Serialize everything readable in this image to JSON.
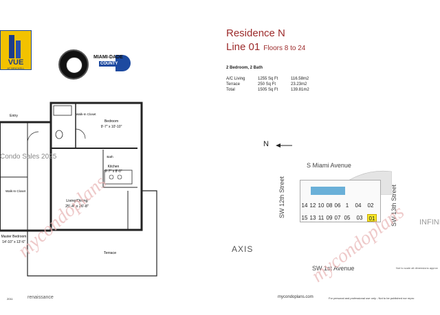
{
  "header": {
    "residence": "Residence N",
    "line": "Line 01",
    "floors": "Floors 8 to 24",
    "beds_baths": "2 Bedroom, 2 Bath"
  },
  "areas": [
    {
      "label": "A/C Living",
      "sqft": "1255 Sq Ft",
      "m2": "116.58m2"
    },
    {
      "label": "Terrace",
      "sqft": "250 Sq Ft",
      "m2": "23.23m2"
    },
    {
      "label": "Total",
      "sqft": "1505 Sq Ft",
      "m2": "139.81m2"
    }
  ],
  "logos": {
    "vue": "VUE",
    "vue_sub": "AT BRICKELL",
    "miami_dade_top": "MIAMI-DADE",
    "miami_dade_bottom": "COUNTY",
    "axis": "AXIS",
    "infini": "INFINI",
    "renaissance": "renaissance",
    "myc": "mycondoplans.com"
  },
  "site": {
    "north": "N",
    "s_miami": "S Miami Avenue",
    "sw1": "SW 1st Avenue",
    "sw12": "SW 12th Street",
    "sw13": "SW 13th Street",
    "top_units": [
      "14",
      "12",
      "10",
      "08",
      "06",
      "1",
      "04",
      "02"
    ],
    "bottom_units": [
      "15",
      "13",
      "11",
      "09",
      "07",
      "05",
      "03",
      "01"
    ],
    "highlight_unit": "01",
    "note": "Not to scale all dimensions approx"
  },
  "floorplan": {
    "entry": "Entry",
    "walkin_closet": "Walk-In Closet",
    "bedroom_name": "Bedroom",
    "bedroom_dim": "9'-7\" x 10'-10\"",
    "bath": "Bath",
    "kitchen_name": "Kitchen",
    "kitchen_dim": "9'-7\" x 8'-0\"",
    "living_name": "Living/Dining",
    "living_dim": "25'-4\" x 26'-8\"",
    "walkin2": "Walk-In Closet",
    "master_name": "Master Bedroom",
    "master_dim": "14'-10\" x 13'-6\"",
    "terrace": "Terrace"
  },
  "watermark": {
    "brand": "mycondoplans",
    "copyright": "Condo Sales 2025"
  },
  "footer": {
    "date": "2011",
    "disclaimer": "For personal and professional use only - Not to be published nor repro"
  },
  "colors": {
    "title_red": "#9c2a2a",
    "logo_yellow": "#f2c200",
    "logo_blue": "#1d4aa0",
    "highlight_yellow": "#f5e82a",
    "pool_blue": "#6ab0d8"
  }
}
